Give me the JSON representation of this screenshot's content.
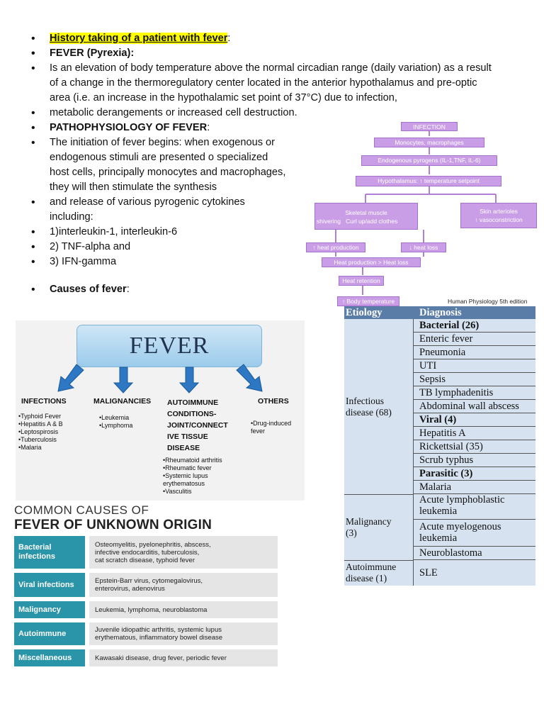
{
  "bullets": {
    "history": "History taking of a patient with fever",
    "history_colon": ":",
    "fever_def": "FEVER (Pyrexia):",
    "definition_1": "Is an elevation of body temperature above the normal circadian range (daily variation) as a result of a change in the thermoregulatory center located in the anterior hypothalamus and pre-optic area (i.e. an increase in the hypothalamic set point of 37°C) due to infection,",
    "definition_2": "metabolic derangements or increased cell destruction.",
    "patho_title": "PATHOPHYSIOLOGY OF FEVER",
    "patho_colon": ":",
    "patho_1": "The initiation of fever begins: when exogenous or endogenous stimuli are presented o specialized host cells, principally monocytes and macrophages, they will then stimulate the synthesis",
    "patho_2": "and release of various pyrogenic cytokines including:",
    "cyto_1": "1)interleukin-1, interleukin-6",
    "cyto_2": "2) TNF-alpha and",
    "cyto_3": "3) IFN-gamma",
    "causes_title": "Causes of fever",
    "causes_colon": ":"
  },
  "flowchart": {
    "infection": "INFECTION",
    "monocytes": "Monocytes, macrophages",
    "pyrogens": "Endogenous pyrogens (IL-1,TNF, IL-6)",
    "hypothalamus": "Hypothalamus: ↑ temperature setpoint",
    "skeletal": "Skeletal muscle",
    "shivering": "shivering",
    "curl": "Curl up/add clothes",
    "skin": "Skin arterioles",
    "vaso": "↑ vasoconstriction",
    "heat_prod": "↑ heat production",
    "heat_loss": "↓ heat loss",
    "prod_gt_loss": "Heat production > Heat loss",
    "retention": "Heat retention",
    "body_temp": "↑ Body temperature",
    "source": "Human Physiology 5th edition"
  },
  "fever_chart": {
    "title": "FEVER",
    "columns": [
      {
        "heading": "INFECTIONS",
        "items": "•Typhoid Fever\n•Hepatitis A & B\n•Leptospirosis\n•Tuberculosis\n•Malaria"
      },
      {
        "heading": "MALIGNANCIES",
        "items": "•Leukemia\n•Lymphoma"
      },
      {
        "heading": "AUTOIMMUNE\nCONDITIONS-\nJOINT/CONNECT\nIVE TISSUE\nDISEASE",
        "items": "•Rheumatoid arthritis\n•Rheumatic fever\n•Systemic lupus\nerythematosus\n•Vasculitis"
      },
      {
        "heading": "OTHERS",
        "items": "•Drug-induced\nfever"
      }
    ]
  },
  "fuo": {
    "title_1": "COMMON CAUSES OF",
    "title_2": "FEVER OF UNKNOWN ORIGIN",
    "rows": [
      {
        "category": "Bacterial\ninfections",
        "causes": "Osteomyelitis, pyelonephritis, abscess,\ninfective endocarditis, tuberculosis,\ncat scratch disease, typhoid fever"
      },
      {
        "category": "Viral infections",
        "causes": "Epstein-Barr virus, cytomegalovirus,\nenterovirus, adenovirus"
      },
      {
        "category": "Malignancy",
        "causes": "Leukemia, lymphoma, neuroblastoma"
      },
      {
        "category": "Autoimmune",
        "causes": "Juvenile idiopathic arthritis, systemic lupus\nerythematous, inflammatory bowel disease"
      },
      {
        "category": "Miscellaneous",
        "causes": "Kawasaki disease, drug fever, periodic fever"
      }
    ],
    "category_color": "#2a94a8"
  },
  "etiology": {
    "header_etiology": "Etiology",
    "header_diagnosis": "Diagnosis",
    "groups": [
      {
        "name": "Infectious\ndisease (68)"
      },
      {
        "name": "Malignancy\n(3)"
      },
      {
        "name": "Autoimmune\ndisease (1)"
      }
    ],
    "diagnoses": [
      "Bacterial (26)",
      "Enteric fever",
      "Pneumonia",
      "UTI",
      "Sepsis",
      "TB lymphadenitis",
      "Abdominal wall abscess",
      "Viral (4)",
      "Hepatitis A",
      "Rickettsial (35)",
      "Scrub typhus",
      "Parasitic (3)",
      "Malaria",
      "Acute lymphoblastic\nleukemia",
      "Acute myelogenous\nleukemia",
      "Neuroblastoma",
      "SLE"
    ],
    "header_color": "#5a7da8",
    "body_color": "#d6e2ef"
  }
}
